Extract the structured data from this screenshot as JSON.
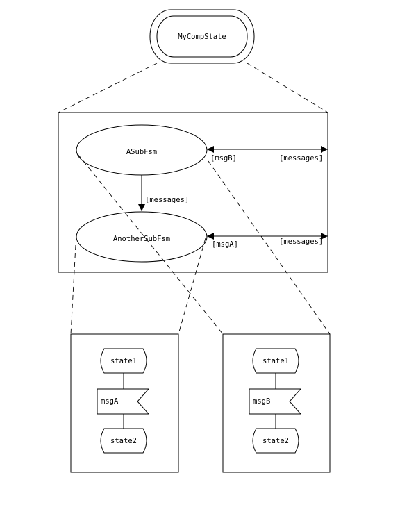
{
  "composite_state": {
    "label": "MyCompState"
  },
  "sub_fsms": [
    {
      "label": "ASubFsm",
      "port_label": "[msgB]",
      "external_label": "[messages]"
    },
    {
      "label": "AnotherSubFsm",
      "port_label": "[msgA]",
      "external_label": "[messages]"
    }
  ],
  "internal_transition": {
    "label": "[messages]"
  },
  "detail_panels": [
    {
      "state_top": "state1",
      "message": "msgA",
      "state_bottom": "state2"
    },
    {
      "state_top": "state1",
      "message": "msgB",
      "state_bottom": "state2"
    }
  ]
}
